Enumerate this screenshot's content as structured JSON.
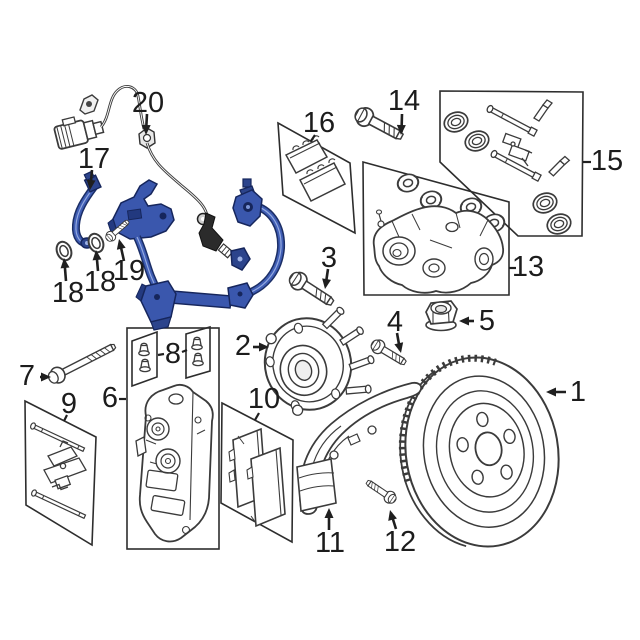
{
  "figure": {
    "description": "Exploded parts diagram of a front disc brake assembly with numbered callouts",
    "background_color": "#ffffff",
    "line_color": "#3b3b3b",
    "highlight_color": "#3a57ad",
    "label_color": "#1c1c1c"
  },
  "labels": {
    "n1": "1",
    "n2": "2",
    "n3": "3",
    "n4": "4",
    "n5": "5",
    "n6": "6",
    "n7": "7",
    "n8": "8",
    "n9": "9",
    "n10": "10",
    "n11": "11",
    "n12": "12",
    "n13": "13",
    "n14": "14",
    "n15": "15",
    "n16": "16",
    "n17": "17",
    "n18a": "18",
    "n18b": "18",
    "n19": "19",
    "n20": "20"
  }
}
